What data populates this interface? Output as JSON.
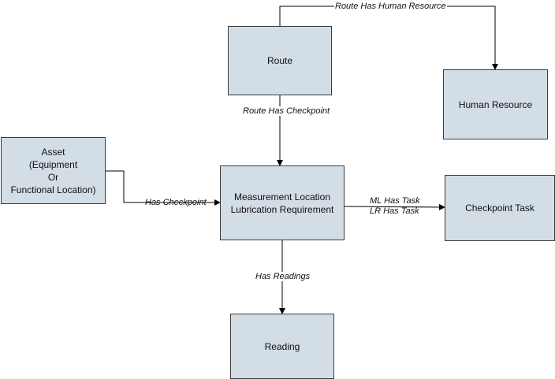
{
  "nodes": {
    "route": "Route",
    "human_resource": "Human Resource",
    "asset": [
      "Asset",
      "(Equipment",
      "Or",
      "Functional Location)"
    ],
    "measurement": [
      "Measurement Location",
      "Lubrication Requirement"
    ],
    "checkpoint_task": "Checkpoint Task",
    "reading": "Reading"
  },
  "edges": {
    "route_human_resource": "Route Has Human Resource",
    "route_checkpoint": "Route Has Checkpoint",
    "has_checkpoint": "Has Checkpoint",
    "ml_has_task": "ML Has Task",
    "lr_has_task": "LR Has Task",
    "has_readings": "Has Readings"
  },
  "colors": {
    "box_fill": "#d3dde6",
    "box_border": "#3b3b3b",
    "connector": "#000000"
  }
}
